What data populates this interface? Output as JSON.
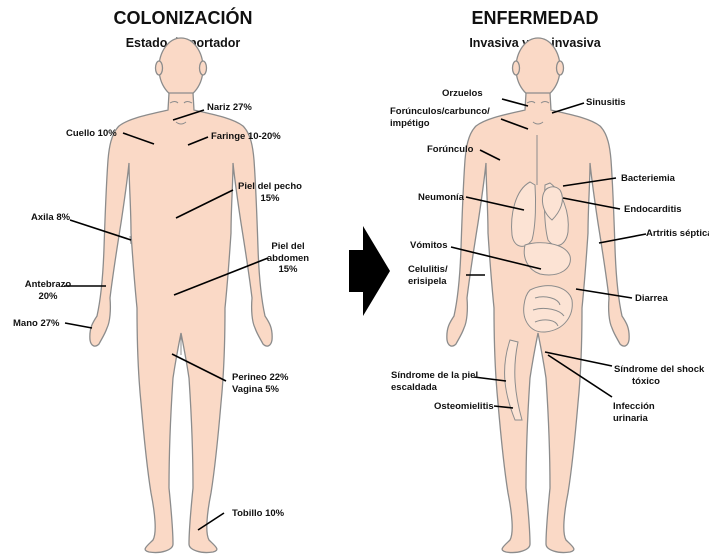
{
  "colors": {
    "skin": "#fad9c6",
    "outline": "#8c8c8c",
    "arrow": "#000000",
    "organ": "#fce3d4"
  },
  "left": {
    "title": "COLONIZACIÓN",
    "subtitle": "Estado de portador",
    "labels": {
      "nariz": "Nariz 27%",
      "cuello": "Cuello 10%",
      "faringe": "Faringe 10-20%",
      "pecho_1": "Piel del pecho",
      "pecho_2": "15%",
      "axila": "Axila 8%",
      "abdomen_1": "Piel del",
      "abdomen_2": "abdomen",
      "abdomen_3": "15%",
      "antebrazo_1": "Antebrazo",
      "antebrazo_2": "20%",
      "mano": "Mano 27%",
      "perineo": "Perineo 22%",
      "vagina": "Vagina 5%",
      "tobillo": "Tobillo 10%"
    }
  },
  "right": {
    "title": "ENFERMEDAD",
    "subtitle": "Invasiva y no invasiva",
    "labels": {
      "orzuelos": "Orzuelos",
      "sinusitis": "Sinusitis",
      "forunculos_1": "Forúnculos/carbunco/",
      "forunculos_2": "impétigo",
      "forunculo": "Forúnculo",
      "bacteriemia": "Bacteriemia",
      "neumonia": "Neumonía",
      "endocarditis": "Endocarditis",
      "artritis": "Artritis séptica",
      "vomitos": "Vómitos",
      "celulitis_1": "Celulitis/",
      "celulitis_2": "erisipela",
      "diarrea": "Diarrea",
      "sindrome_piel_1": "Síndrome de la piel",
      "sindrome_piel_2": "escaldada",
      "shock_1": "Síndrome del shock",
      "shock_2": "tóxico",
      "osteomielitis": "Osteomielitis",
      "urinaria_1": "Infección",
      "urinaria_2": "urinaria"
    }
  }
}
